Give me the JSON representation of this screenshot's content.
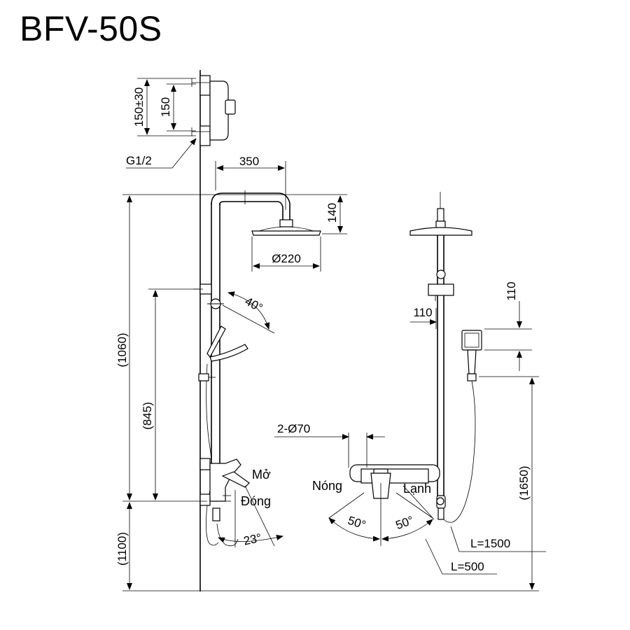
{
  "title": "BFV-50S",
  "dimensions": {
    "wall_spacing": "150±30",
    "inlet_spacing": "150",
    "thread": "G1/2",
    "arm_length": "350",
    "head_drop": "140",
    "head_diameter": "Ø220",
    "angle_head": "40°",
    "total_height": "(1060)",
    "bracket_height": "(845)",
    "floor_height": "(1100)",
    "angle_lever": "23°",
    "side_offset_v": "110",
    "side_offset_h": "110",
    "shower_height": "(1650)",
    "flange": "2-Ø70",
    "angle_left": "50°",
    "angle_right": "50°",
    "hose_long": "L=1500",
    "hose_short": "L=500"
  },
  "labels": {
    "open": "Mở",
    "close": "Đóng",
    "hot": "Nóng",
    "cold": "Lạnh"
  }
}
